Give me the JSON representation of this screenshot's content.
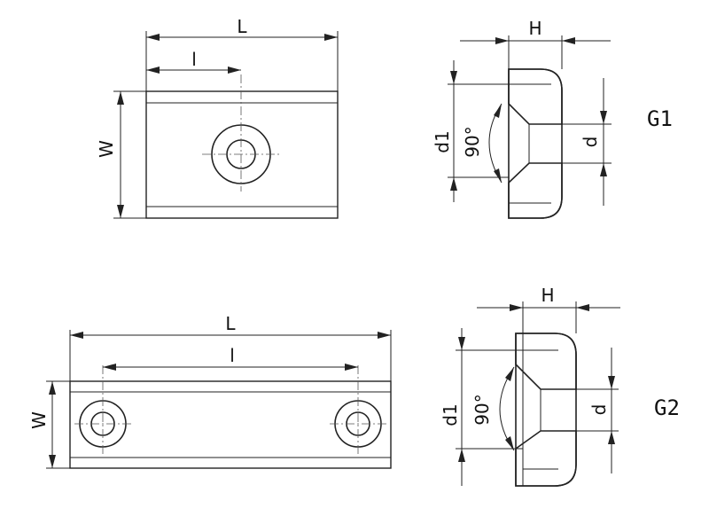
{
  "views": {
    "g1": {
      "label": "G1",
      "dims": {
        "length": "L",
        "hole_spacing": "l",
        "width": "W",
        "height": "H",
        "outer_diameter": "d1",
        "inner_diameter": "d",
        "angle": "90°"
      }
    },
    "g2": {
      "label": "G2",
      "dims": {
        "length": "L",
        "hole_spacing": "l",
        "width": "W",
        "height": "H",
        "outer_diameter": "d1",
        "inner_diameter": "d",
        "angle": "90°"
      }
    }
  }
}
